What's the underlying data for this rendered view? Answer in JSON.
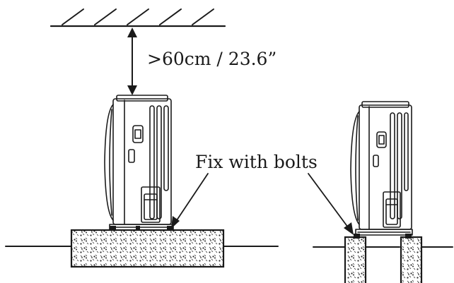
{
  "clearance_label": ">60cm / 23.6”",
  "bolts_label": "Fix with bolts",
  "colors": {
    "line": "#1a1a1a",
    "background": "#ffffff",
    "concrete_speckle": "#2a2a2a"
  },
  "icons": [
    "ceiling-hatch",
    "double-arrow",
    "outdoor-unit",
    "concrete-block",
    "concrete-pillar",
    "pointer-arrow"
  ]
}
